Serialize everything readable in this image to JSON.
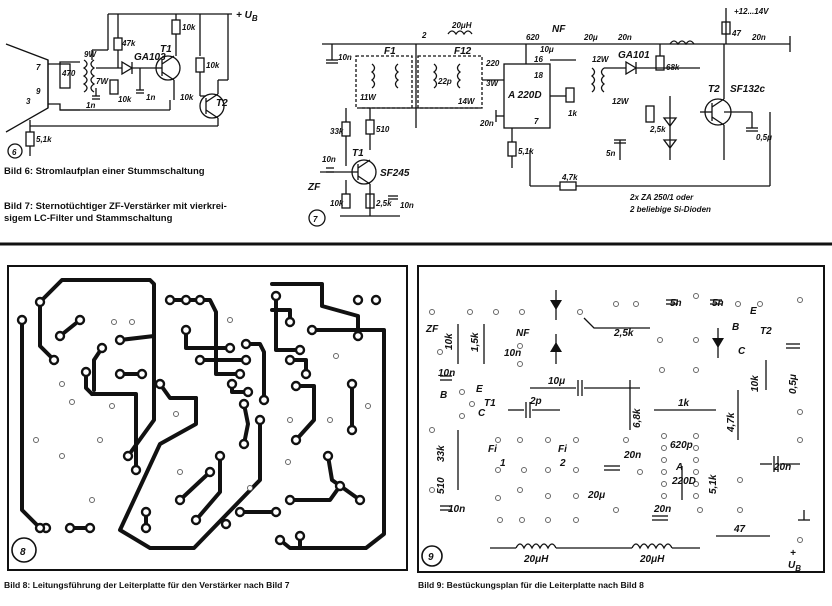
{
  "captions": {
    "bild6": "Bild 6: Stromlaufplan einer Stummschaltung",
    "bild7_line1": "Bild 7: Sternotüchtiger ZF-Verstärker mit vierkrei-",
    "bild7_line2": "sigem LC-Filter und Stammschaltung",
    "bild8": "Bild 8: Leitungsführung der Leiterplatte für den Verstärker nach Bild 7",
    "bild9": "Bild 9: Bestückungsplan für die Leiterplatte nach Bild 8"
  },
  "figure_numbers": {
    "fig6": "6",
    "fig7": "7",
    "fig8": "8",
    "fig9": "9"
  },
  "fig6": {
    "supply": "+ U",
    "supply_sub": "B",
    "parts": [
      "470",
      "9W",
      "7W",
      "10k",
      "1n",
      "GA103",
      "T1",
      "47k",
      "10k",
      "1n",
      "10k",
      "T2",
      "10k",
      "5,1k",
      "7",
      "9",
      "3"
    ]
  },
  "fig7": {
    "supply": "+12...14V",
    "parts": [
      "10n",
      "F1",
      "F12",
      "2",
      "20μH",
      "620",
      "NF",
      "20μ",
      "20n",
      "47",
      "20n",
      "220",
      "22p",
      "11W",
      "3W",
      "14W",
      "A 220D",
      "10μ",
      "12W",
      "GA101",
      "68k",
      "T2",
      "SF132c",
      "0,5μ",
      "20n",
      "1k",
      "5n",
      "2,5k",
      "33k",
      "510",
      "T1",
      "SF245",
      "10n",
      "10k",
      "2,5k",
      "10n",
      "5,1k",
      "4,7k",
      "ZF",
      "16",
      "18",
      "7",
      "12W"
    ],
    "diode_note_1": "2x ZA 250/1 oder",
    "diode_note_2": "2 beliebige Si-Dioden"
  },
  "fig9": {
    "parts": [
      "ZF",
      "10k",
      "1,5k",
      "NF",
      "10n",
      "2,5k",
      "5n",
      "5n",
      "E",
      "T2",
      "B",
      "C",
      "10n",
      "B",
      "E",
      "T1",
      "C",
      "10μ",
      "10k",
      "0,5μ",
      "2p",
      "6,8k",
      "1k",
      "4,7k",
      "33k",
      "510",
      "Fi",
      "1",
      "Fi",
      "2",
      "20n",
      "620p",
      "A",
      "220D",
      "5,1k",
      "20μ",
      "20n",
      "20n",
      "10n",
      "47",
      "20μH",
      "20μH",
      "+",
      "U",
      "B"
    ]
  }
}
